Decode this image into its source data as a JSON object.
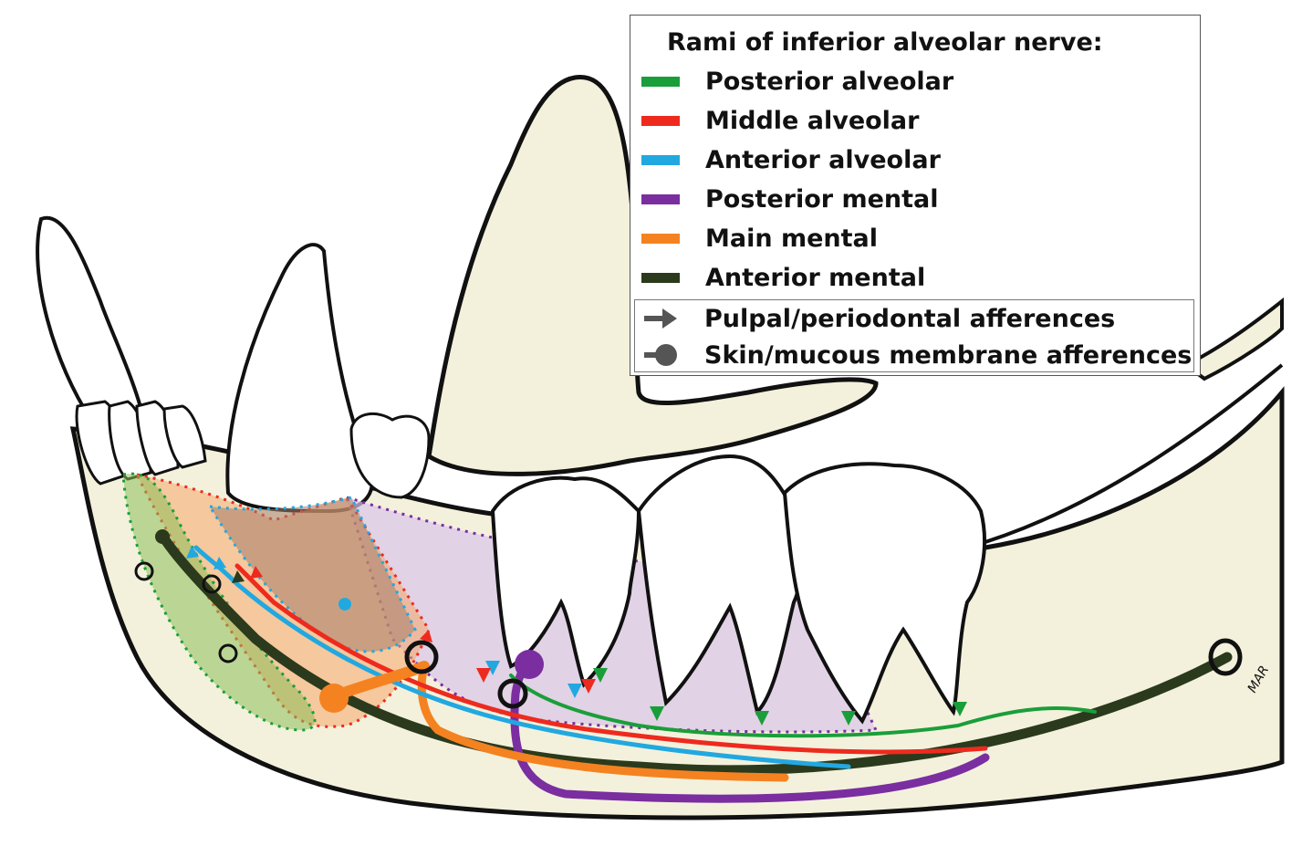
{
  "legend": {
    "title": "Rami of inferior alveolar nerve:",
    "items": [
      {
        "label": "Posterior alveolar",
        "color": "#1a9e3a"
      },
      {
        "label": "Middle alveolar",
        "color": "#ee2a1e"
      },
      {
        "label": "Anterior alveolar",
        "color": "#22a8e0"
      },
      {
        "label": "Posterior mental",
        "color": "#7a2ea0"
      },
      {
        "label": "Main mental",
        "color": "#f58220"
      },
      {
        "label": "Anterior mental",
        "color": "#2b3a1c"
      }
    ],
    "afferences": [
      {
        "label": "Pulpal/periodontal afferences",
        "marker": "arrow-icon",
        "color": "#555555"
      },
      {
        "label": "Skin/mucous membrane afferences",
        "marker": "dot-icon",
        "color": "#555555"
      }
    ]
  },
  "signature": "MAR",
  "colors": {
    "bone": "#f3f1dc",
    "tooth": "#ffffff",
    "outline": "#111111",
    "posterior_mental_region": "#d9c4e8",
    "main_mental_region": "#f5a66a",
    "anterior_mental_region": "#8cbf5a"
  }
}
